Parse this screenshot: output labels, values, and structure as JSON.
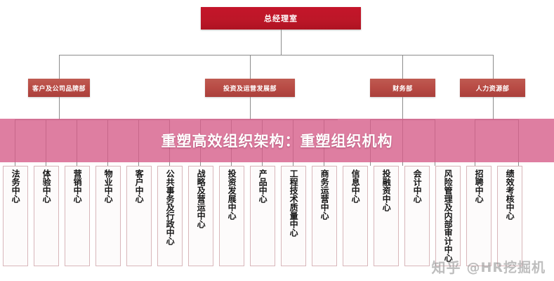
{
  "banner": {
    "text": "重塑高效组织架构：重塑组织机构",
    "color": "#d65e8a"
  },
  "watermark": {
    "site": "知乎",
    "handle": "@HR挖掘机"
  },
  "chart": {
    "type": "org-chart",
    "colors": {
      "level1": "#c2192b",
      "level2": "#b84b45",
      "level3_border": "#d8b6ba",
      "connector": "#8c8c8c"
    },
    "level1": {
      "label": "总经理室"
    },
    "level2": [
      {
        "label": "客户及公司品牌部"
      },
      {
        "label": "投资及运营发展部"
      },
      {
        "label": "财务部"
      },
      {
        "label": "人力资源部"
      }
    ],
    "level3": [
      {
        "label": "法务中心",
        "parent": "客户及公司品牌部"
      },
      {
        "label": "体验中心",
        "parent": "客户及公司品牌部"
      },
      {
        "label": "营销中心",
        "parent": "客户及公司品牌部"
      },
      {
        "label": "物业中心",
        "parent": "客户及公司品牌部"
      },
      {
        "label": "客户中心",
        "parent": "客户及公司品牌部"
      },
      {
        "label": "公共事务及行政中心",
        "parent": "客户及公司品牌部"
      },
      {
        "label": "战略及营运中心",
        "parent": "投资及运营发展部"
      },
      {
        "label": "投资发展中心",
        "parent": "投资及运营发展部"
      },
      {
        "label": "产品中心",
        "parent": "投资及运营发展部"
      },
      {
        "label": "工程技术质量中心",
        "parent": "投资及运营发展部"
      },
      {
        "label": "商务运营中心",
        "parent": "投资及运营发展部"
      },
      {
        "label": "信息中心",
        "parent": "投资及运营发展部"
      },
      {
        "label": "投融资中心",
        "parent": "财务部"
      },
      {
        "label": "会计中心",
        "parent": "财务部"
      },
      {
        "label": "风险管理及内部审计中心",
        "parent": "财务部"
      },
      {
        "label": "招聘中心",
        "parent": "人力资源部"
      },
      {
        "label": "绩效考核中心",
        "parent": "人力资源部"
      }
    ]
  }
}
